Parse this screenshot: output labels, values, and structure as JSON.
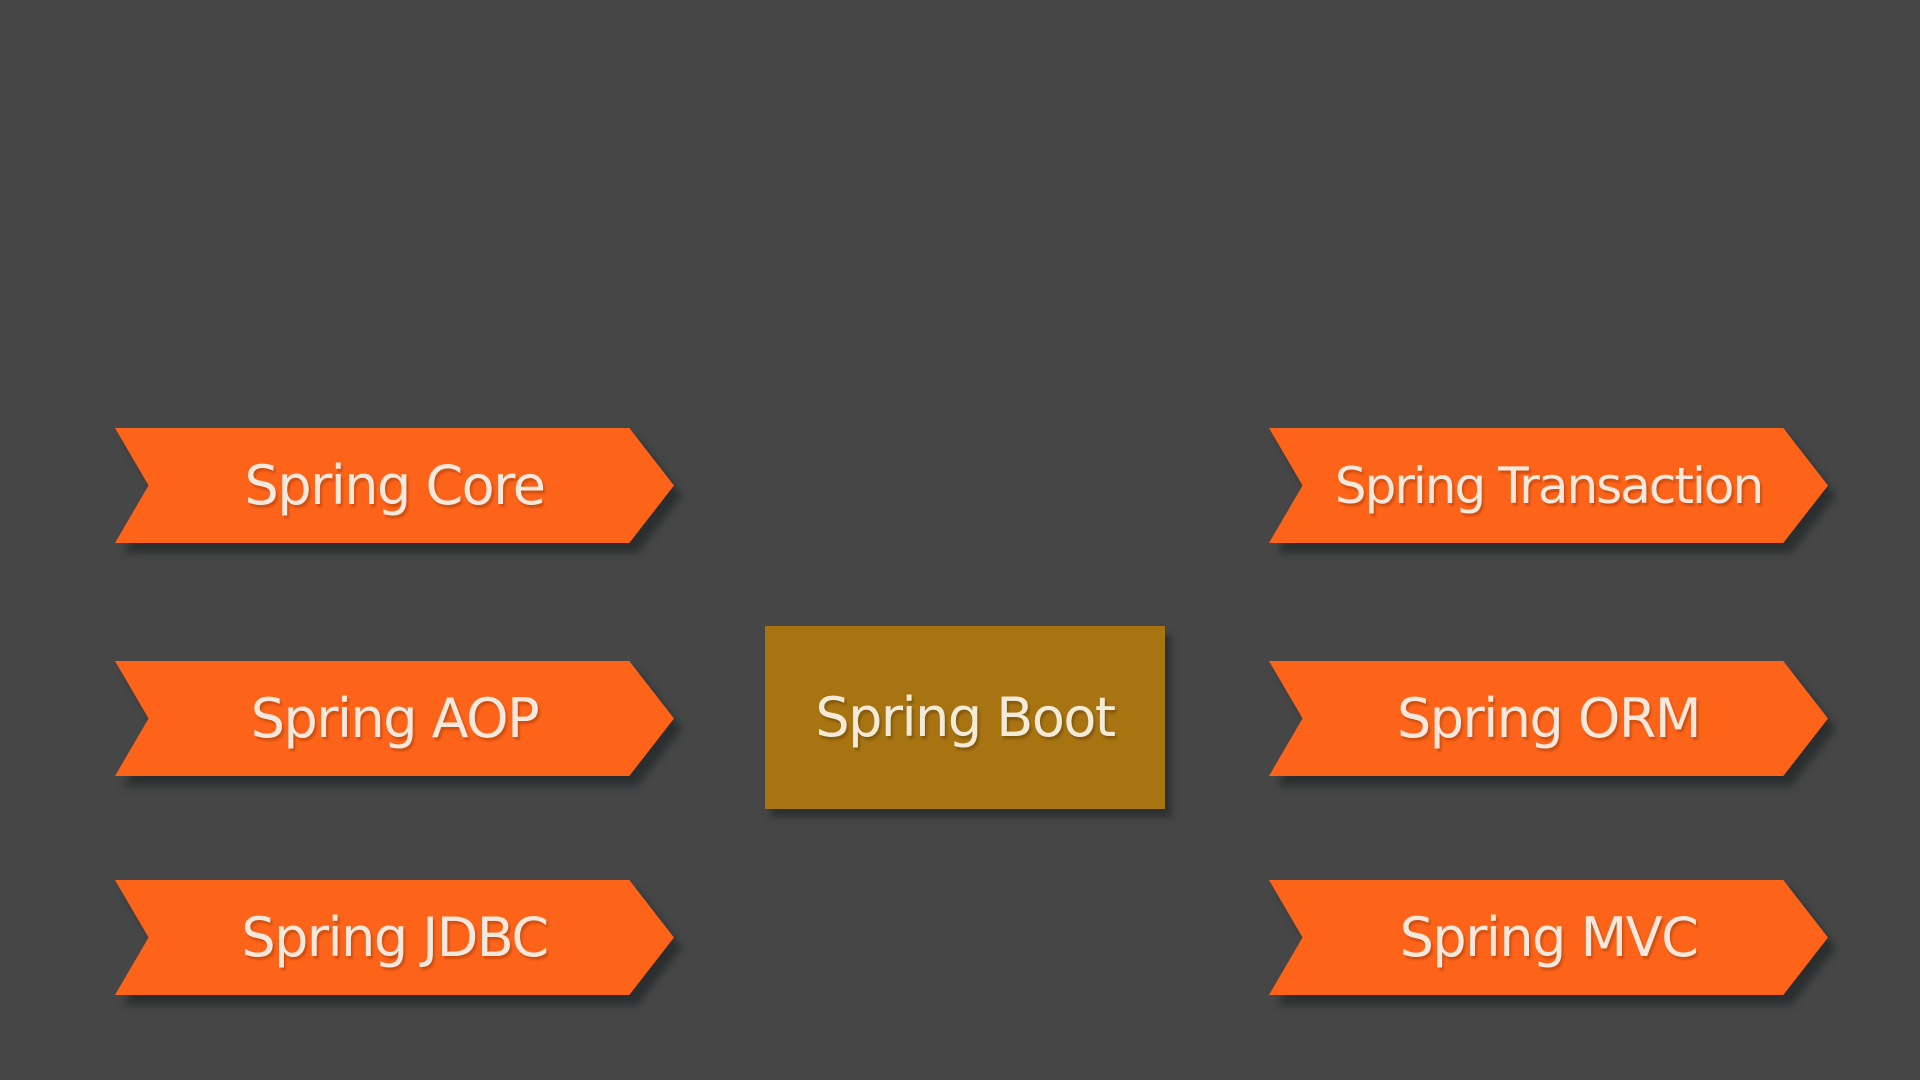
{
  "colors": {
    "background": "#464646",
    "module_fill": "#fe6419",
    "center_fill": "#a87412"
  },
  "center": {
    "label": "Spring Boot"
  },
  "modules_left": [
    {
      "label": "Spring Core"
    },
    {
      "label": "Spring AOP"
    },
    {
      "label": "Spring JDBC"
    }
  ],
  "modules_right": [
    {
      "label": "Spring Transaction"
    },
    {
      "label": "Spring ORM"
    },
    {
      "label": "Spring MVC"
    }
  ]
}
